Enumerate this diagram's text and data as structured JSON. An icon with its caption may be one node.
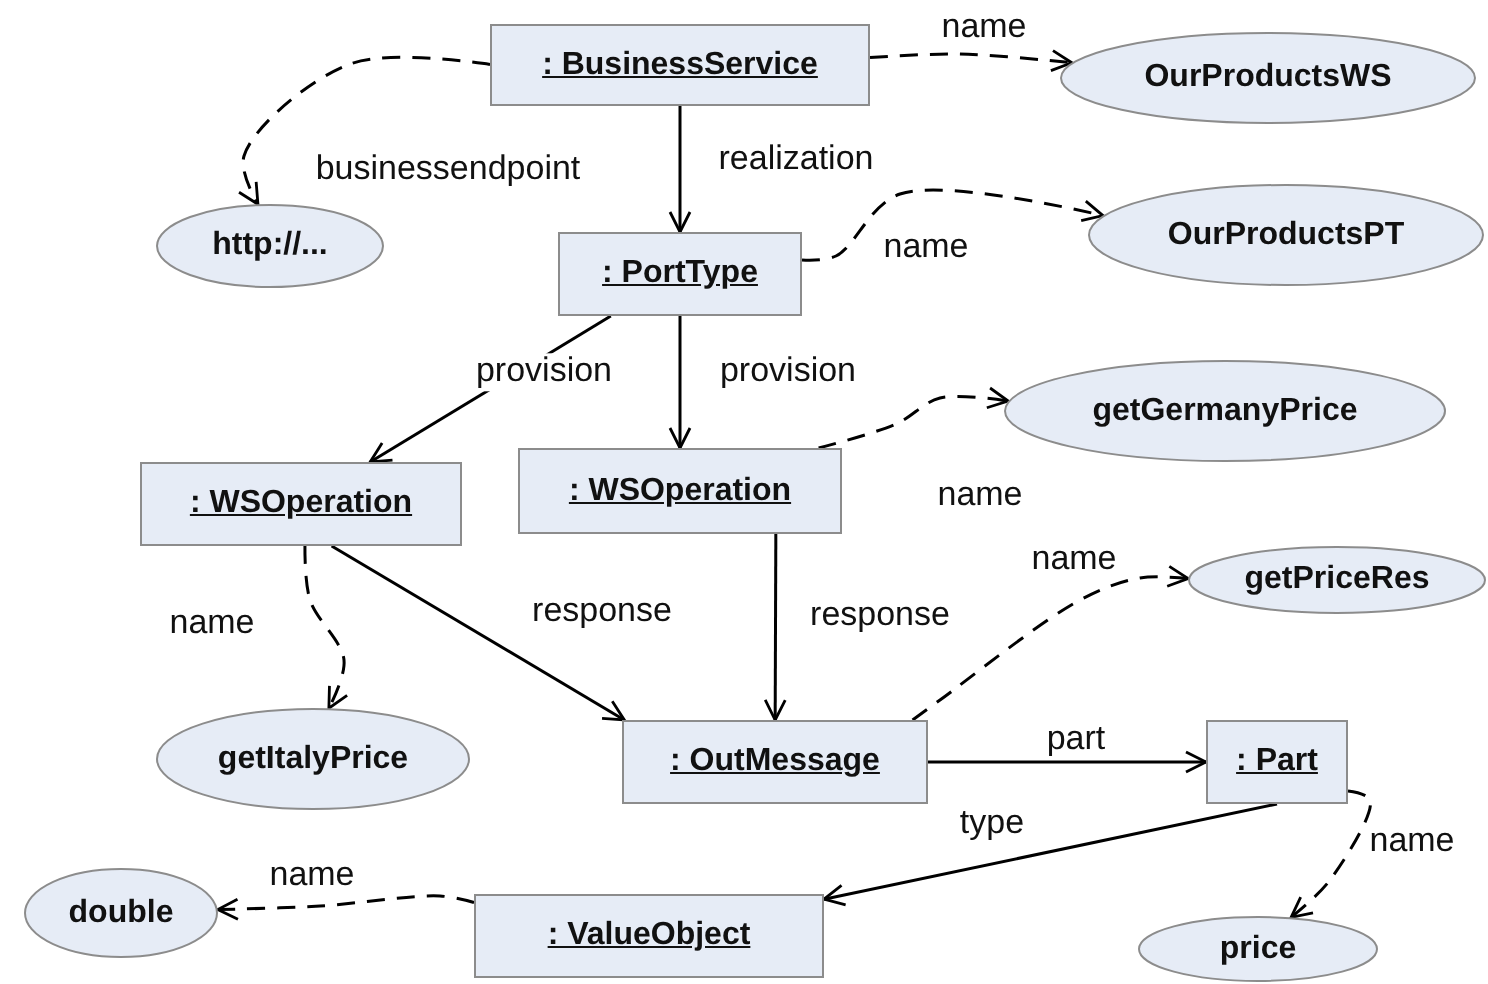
{
  "diagram": {
    "nodes": [
      {
        "text": [
          ": BusinessService"
        ]
      },
      {
        "text": [
          "OurProductsWS"
        ]
      },
      {
        "text": [
          "http://..."
        ]
      },
      {
        "text": [
          ": PortType"
        ]
      },
      {
        "text": [
          "OurProductsPT"
        ]
      },
      {
        "text": [
          "getGermanyPrice"
        ]
      },
      {
        "text": [
          ": WSOperation"
        ]
      },
      {
        "text": [
          ": WSOperation"
        ]
      },
      {
        "text": [
          "getPriceRes"
        ]
      },
      {
        "text": [
          "getItalyPrice"
        ]
      },
      {
        "text": [
          ": OutMessage"
        ]
      },
      {
        "text": [
          ": Part"
        ]
      },
      {
        "text": [
          "double"
        ]
      },
      {
        "text": [
          ": ValueObject"
        ]
      },
      {
        "text": [
          "price"
        ]
      }
    ],
    "edges": [
      {
        "from": 0,
        "to": 1,
        "arrow": "to",
        "label": "name",
        "style": "dashed"
      },
      {
        "from": 0,
        "to": 2,
        "arrow": "to",
        "label": "businessendpoint",
        "style": "dashed"
      },
      {
        "from": 0,
        "to": 3,
        "arrow": "to",
        "label": "realization"
      },
      {
        "from": 3,
        "to": 4,
        "arrow": "to",
        "label": "name",
        "style": "dashed"
      },
      {
        "from": 3,
        "to": 6,
        "arrow": "to",
        "label": "provision"
      },
      {
        "from": 3,
        "to": 7,
        "arrow": "to",
        "label": "provision"
      },
      {
        "from": 7,
        "to": 5,
        "arrow": "to",
        "label": "name",
        "style": "dashed"
      },
      {
        "from": 6,
        "to": 9,
        "arrow": "to",
        "label": "name",
        "style": "dashed"
      },
      {
        "from": 6,
        "to": 10,
        "arrow": "to",
        "label": "response"
      },
      {
        "from": 7,
        "to": 10,
        "arrow": "to",
        "label": "response"
      },
      {
        "from": 10,
        "to": 8,
        "arrow": "to",
        "label": "name",
        "style": "dashed"
      },
      {
        "from": 10,
        "to": 11,
        "arrow": "to",
        "label": "part"
      },
      {
        "from": 11,
        "to": 13,
        "arrow": "to",
        "label": "type"
      },
      {
        "from": 11,
        "to": 14,
        "arrow": "to",
        "label": "name",
        "style": "dashed"
      },
      {
        "from": 13,
        "to": 12,
        "arrow": "to",
        "label": "name",
        "style": "dashed"
      }
    ]
  }
}
